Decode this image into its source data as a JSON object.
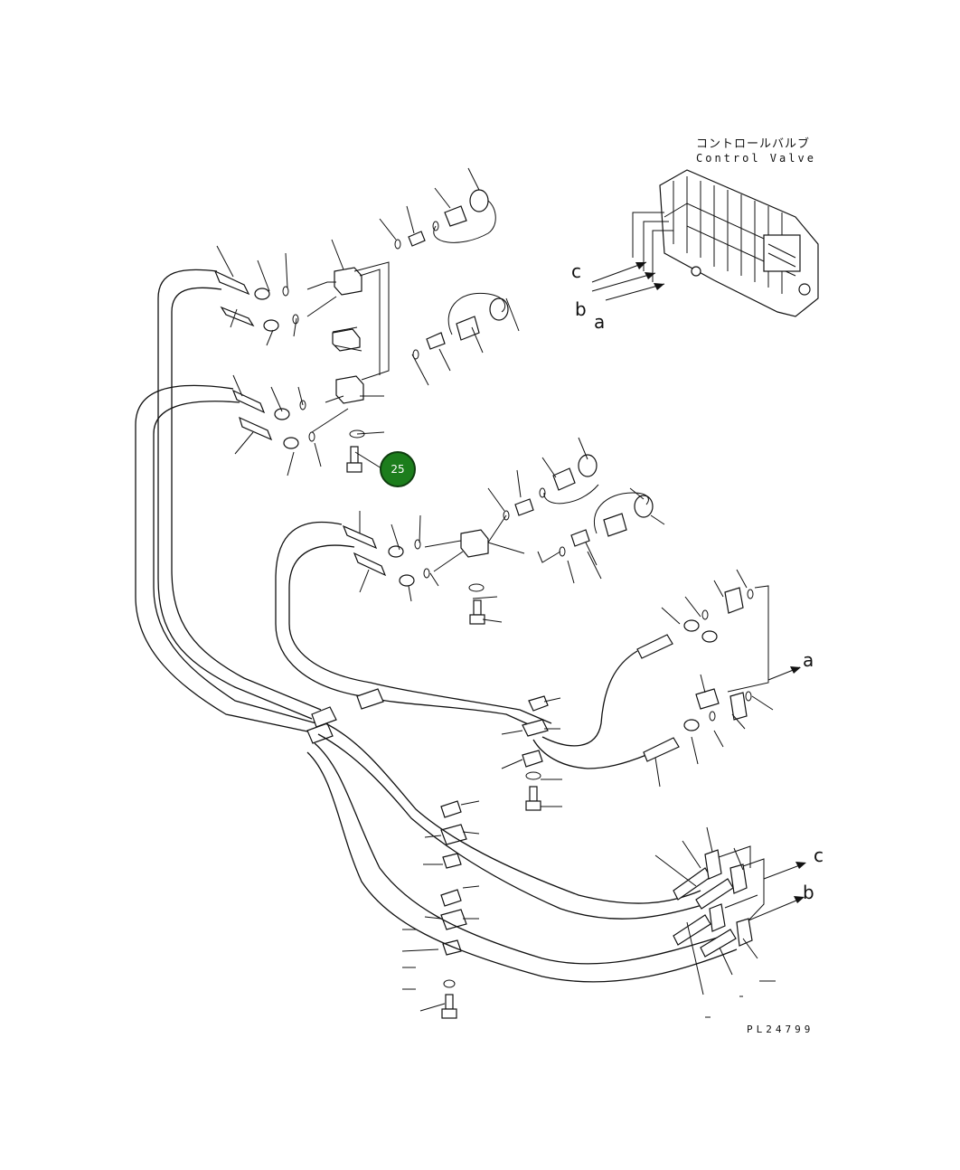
{
  "diagram": {
    "title_jp": "コントロールバルブ",
    "title_en": "Control Valve",
    "drawing_number": "PL24799",
    "connection_labels": {
      "c_left": "c",
      "b_left": "b",
      "a_left": "a",
      "a_right": "a",
      "c_right": "c",
      "b_right": "b"
    },
    "callout": {
      "number": "25",
      "color": "#1c7d1c"
    }
  }
}
